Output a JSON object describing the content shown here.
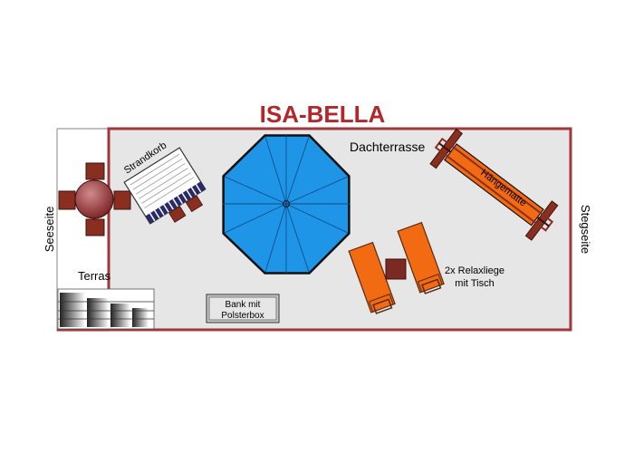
{
  "title": "ISA-BELLA",
  "labels": {
    "dachterrasse": "Dachterrasse",
    "strandkorb": "Strandkorb",
    "haengematte": "Hängematte",
    "relax_line1": "2x Relaxliege",
    "relax_line2": "mit Tisch",
    "bank_line1": "Bank mit",
    "bank_line2": "Polsterbox",
    "seeseite": "Seeseite",
    "stegseite": "Stegseite",
    "terrasse": "Terras"
  },
  "colors": {
    "wall": "#a0373a",
    "floor": "#e6e6e6",
    "umbrella": "#1f95e8",
    "lounger": "#f26a12",
    "furniture_wood": "#8a2f20",
    "table": "#7a2a22"
  }
}
